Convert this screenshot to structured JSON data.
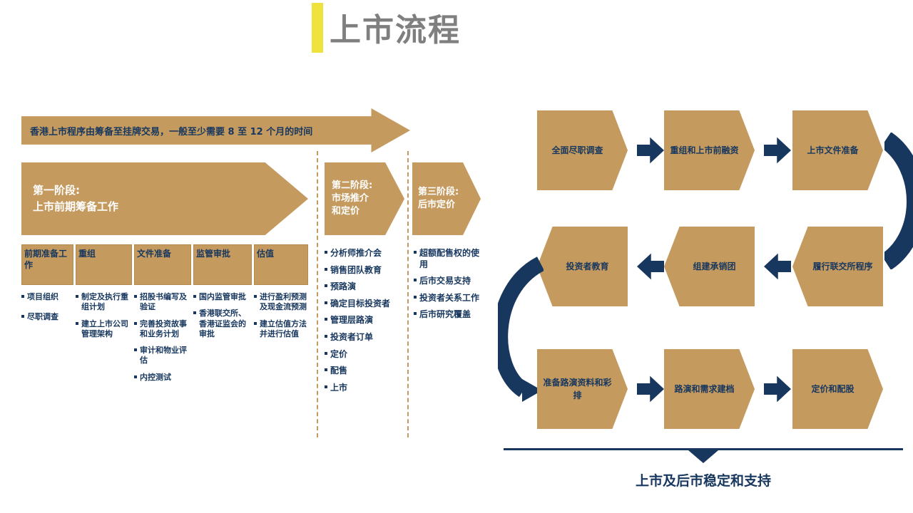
{
  "title": "上市流程",
  "timeline_banner": "香港上市程序由筹备至挂牌交易，一般至少需要 8 至 12 个月的时间",
  "phases": [
    {
      "lines": [
        "第一阶段:",
        "上市前期筹备工作"
      ]
    },
    {
      "lines": [
        "第二阶段:",
        "市场推介",
        "和定价"
      ]
    },
    {
      "lines": [
        "第三阶段:",
        "后市定价"
      ]
    }
  ],
  "columns": [
    {
      "header": "前期准备工作",
      "items": [
        "项目组织",
        "尽职调查"
      ]
    },
    {
      "header": "重组",
      "items": [
        "制定及执行重组计划",
        "建立上市公司管理架构"
      ]
    },
    {
      "header": "文件准备",
      "items": [
        "招股书编写及验证",
        "完善投资故事和业务计划",
        "审计和物业评估",
        "内控测试"
      ]
    },
    {
      "header": "监管审批",
      "items": [
        "国内监管审批",
        "香港联交所、香港证监会的审批"
      ]
    },
    {
      "header": "估值",
      "items": [
        "进行盈利预测及现金流预测",
        "建立估值方法并进行估值"
      ]
    }
  ],
  "phase2_items": [
    "分析师推介会",
    "销售团队教育",
    "预路演",
    "确定目标投资者",
    "管理层路演",
    "投资者订单",
    "定价",
    "配售",
    "上市"
  ],
  "phase3_items": [
    "超额配售权的使用",
    "后市交易支持",
    "投资者关系工作",
    "后市研究覆盖"
  ],
  "flowchart": {
    "row1": [
      "全面尽职调查",
      "重组和上市前融资",
      "上市文件准备"
    ],
    "row2": [
      "投资者教育",
      "组建承销团",
      "履行联交所程序"
    ],
    "row3": [
      "准备路演资料和彩排",
      "路演和需求建档",
      "定价和配股"
    ],
    "footer": "上市及后市稳定和支持"
  },
  "colors": {
    "tan": "#C49A5F",
    "navy": "#17375E",
    "yellow": "#EFE23C",
    "title_gray": "#7F7F7F"
  }
}
